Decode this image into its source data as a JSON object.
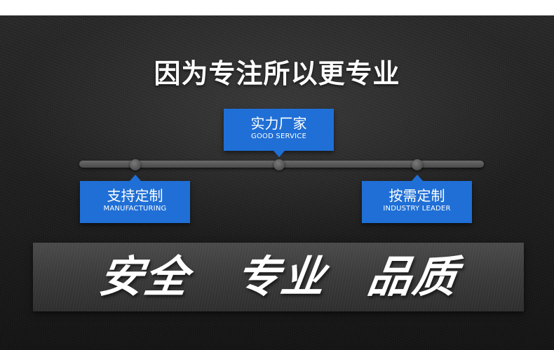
{
  "headline": "因为专注所以更专业",
  "cards": {
    "top": {
      "cn": "实力厂家",
      "en": "GOOD SERVICE"
    },
    "left": {
      "cn": "支持定制",
      "en": "MANUFACTURING"
    },
    "right": {
      "cn": "按需定制",
      "en": "INDUSTRY LEADER"
    }
  },
  "slogans": [
    "安全",
    "专业",
    "品质"
  ],
  "colors": {
    "card_blue": "#1f6fd6",
    "background": "#222222",
    "text": "#ffffff"
  }
}
